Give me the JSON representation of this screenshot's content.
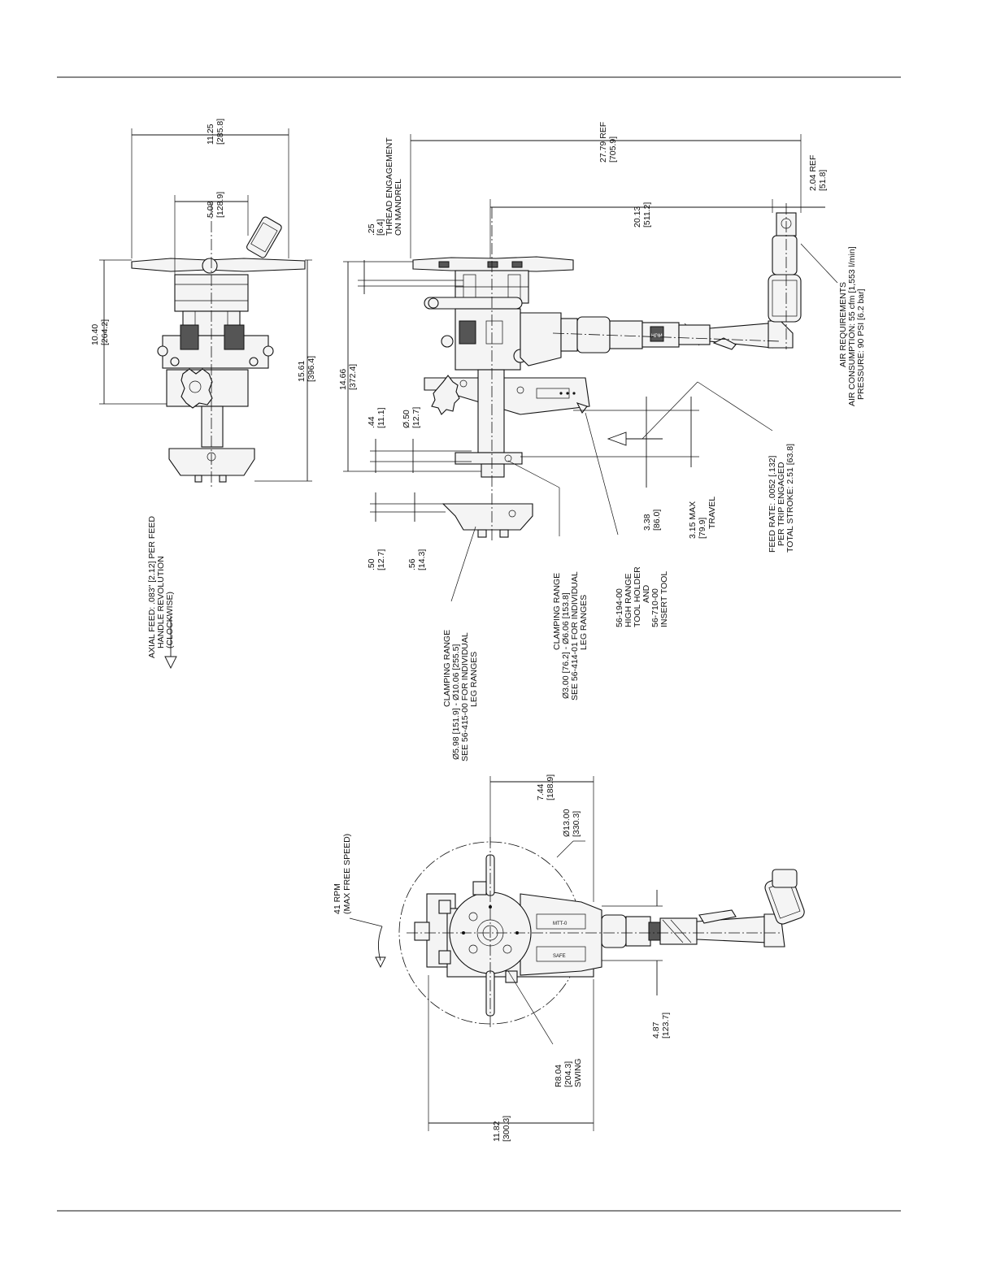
{
  "annotations": {
    "front_width": [
      "11.25",
      "[285.8]"
    ],
    "front_handle": [
      "5.08",
      "[128.9]"
    ],
    "front_upper_height": [
      "10.40",
      "[264.2]"
    ],
    "front_total_height": [
      "15.61",
      "[396.4]"
    ],
    "axial_feed": [
      "AXIAL FEED: .083\" [2.12] PER FEED",
      "HANDLE REVOLUTION",
      "(CLOCKWISE)"
    ],
    "overall_length": [
      "27.79  REF",
      "[705.9]"
    ],
    "motor_offset": [
      "20.13",
      "[511.2]"
    ],
    "motor_end": [
      "2.04  REF",
      "[51.8]"
    ],
    "thread_engagement": [
      ".25",
      "[6.4]",
      "THREAD ENGAGEMENT",
      "ON MANDREL"
    ],
    "side_height": [
      "14.66",
      "[372.4]"
    ],
    "dim_44": [
      ".44",
      "[11.1]"
    ],
    "dim_dia50": [
      "Ø.50",
      "[12.7]"
    ],
    "dim_50": [
      ".50",
      "[12.7]"
    ],
    "dim_56": [
      ".56",
      "[14.3]"
    ],
    "dim_338": [
      "3.38",
      "[86.0]"
    ],
    "travel": [
      "3.15  MAX",
      "[79.9]",
      "TRAVEL"
    ],
    "air_requirements": [
      "AIR REQUIREMENTS",
      "AIR CONSUMPTION: 55 cfm [1,553 l/min]",
      "PRESSURE: 90 PSI [6.2 bar]"
    ],
    "feed_rate": [
      "FEED RATE: .0052 [.132]",
      "PER TRIP ENGAGED",
      "TOTAL STROKE: 2.51 [63.8]"
    ],
    "tool_holder": [
      "56-194-00",
      "HIGH RANGE",
      "TOOL HOLDER",
      "AND",
      "56-710-00",
      "INSERT TOOL"
    ],
    "clamp_small": [
      "CLAMPING RANGE",
      "Ø3.00 [76.2] - Ø6.06 [153.8]",
      "SEE 56-414-01 FOR INDIVIDUAL",
      "LEG RANGES"
    ],
    "clamp_large": [
      "CLAMPING RANGE",
      "Ø5.98 [151.9] - Ø10.06 [255.5]",
      "SEE 56-415-00 FOR INDIVIDUAL",
      "LEG RANGES"
    ],
    "top_744": [
      "7.44",
      "[188.9]"
    ],
    "top_diameter": [
      "Ø13.00",
      "[330.3]"
    ],
    "rpm": [
      "41 RPM",
      "(MAX FREE SPEED)"
    ],
    "top_487": [
      "4.87",
      "[123.7]"
    ],
    "swing": [
      "R8.04",
      "[204.3]",
      "SWING"
    ],
    "top_width": [
      "11.82",
      "[300.3]"
    ]
  },
  "part_labels": {
    "motor_badge": "HDM",
    "plate_a": "MTT-0",
    "plate_b": "SAFE"
  },
  "colors": {
    "line": "#111111",
    "paper": "#ffffff",
    "part_fill": "#f4f4f4",
    "shade": "#555555"
  }
}
